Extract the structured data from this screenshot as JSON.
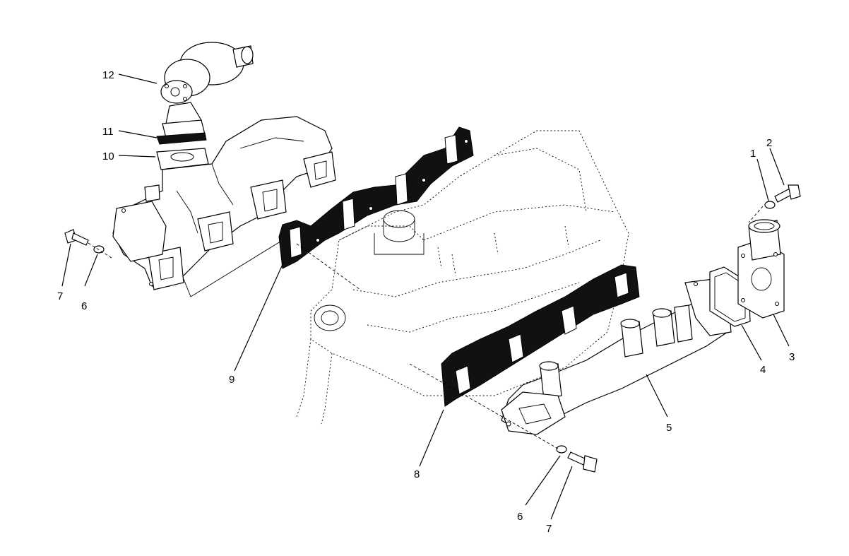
{
  "callouts": [
    {
      "id": "c12",
      "text": "12"
    },
    {
      "id": "c11",
      "text": "11"
    },
    {
      "id": "c10",
      "text": "10"
    },
    {
      "id": "c7a",
      "text": "7"
    },
    {
      "id": "c6a",
      "text": "6"
    },
    {
      "id": "c9",
      "text": "9"
    },
    {
      "id": "c1",
      "text": "1"
    },
    {
      "id": "c2",
      "text": "2"
    },
    {
      "id": "c3",
      "text": "3"
    },
    {
      "id": "c4",
      "text": "4"
    },
    {
      "id": "c5",
      "text": "5"
    },
    {
      "id": "c8",
      "text": "8"
    },
    {
      "id": "c6b",
      "text": "6"
    },
    {
      "id": "c7b",
      "text": "7"
    }
  ]
}
